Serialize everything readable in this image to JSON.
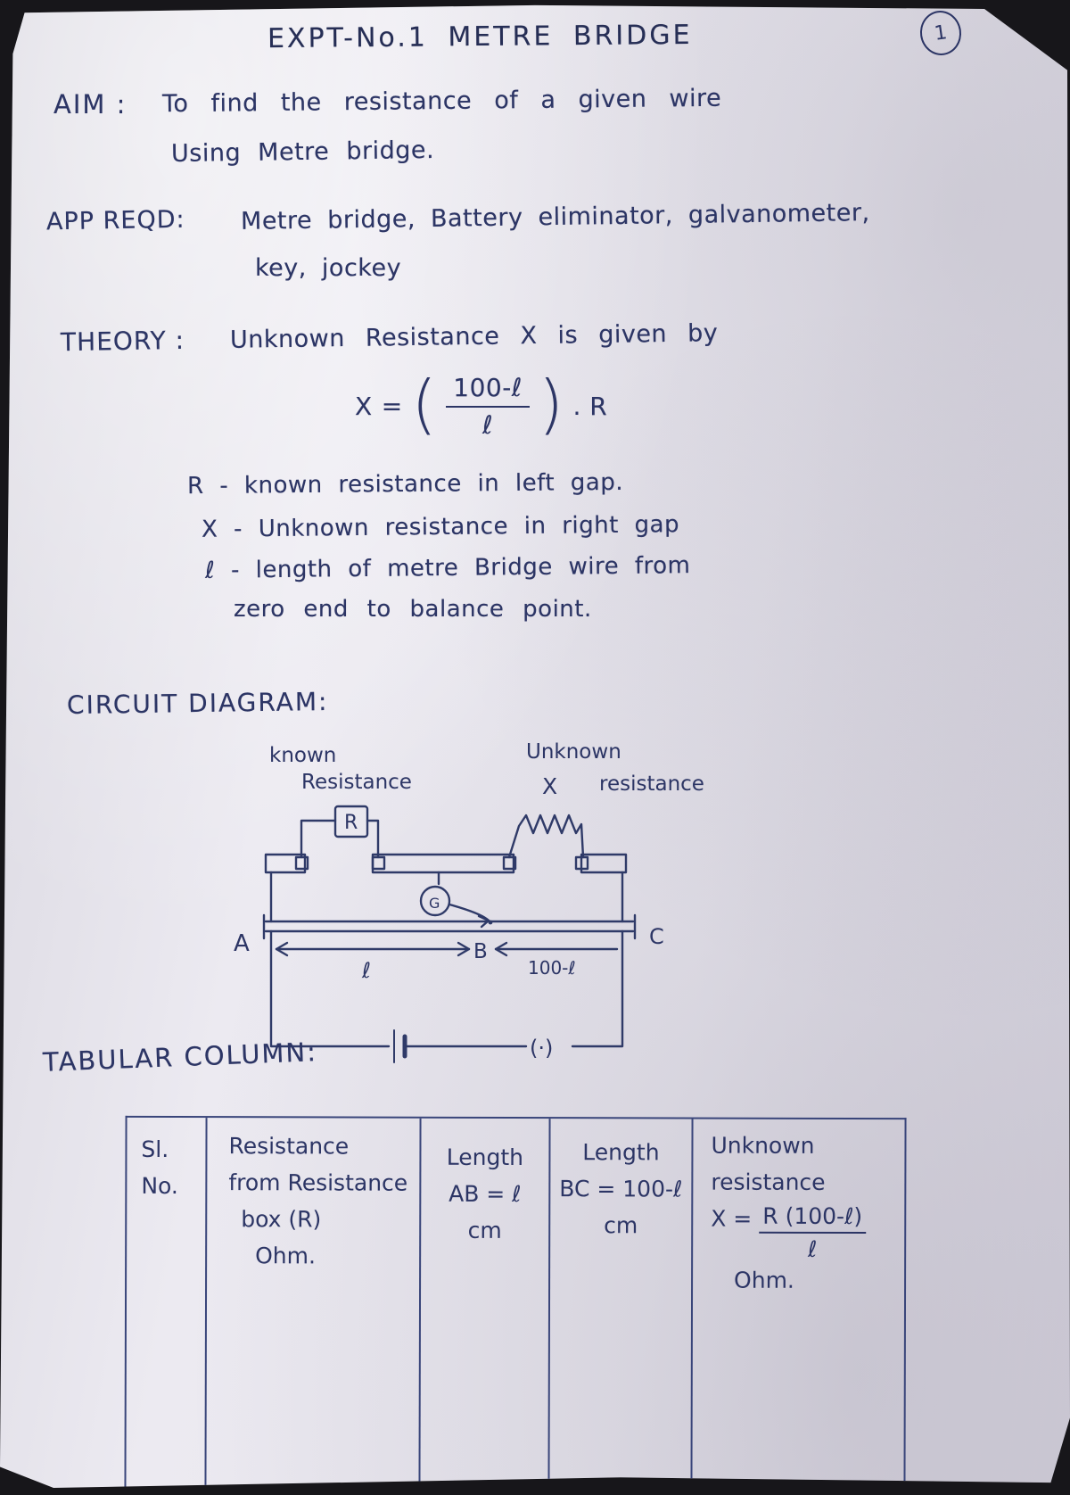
{
  "page": {
    "number": "1",
    "title": "EXPT-No.1 METRE BRIDGE"
  },
  "aim": {
    "label": "AIM :",
    "line1": "To find the resistance of a given wire",
    "line2": "Using Metre bridge."
  },
  "apparatus": {
    "label": "APP REQD:",
    "line1": "Metre bridge, Battery eliminator, galvanometer,",
    "line2": "key, jockey"
  },
  "theory": {
    "label": "THEORY :",
    "statement": "Unknown Resistance X is given by",
    "formula": {
      "lhs": "X",
      "equals": "=",
      "open_paren": "(",
      "numerator": "100-ℓ",
      "denominator": "ℓ",
      "close_paren": ")",
      "suffix": ". R"
    },
    "definitions": {
      "r": "R - known resistance in left gap.",
      "x": "X - Unknown resistance in right gap",
      "l1": "ℓ - length of metre Bridge wire from",
      "l2": "zero end to balance point."
    }
  },
  "circuit": {
    "heading": "CIRCUIT DIAGRAM:",
    "labels": {
      "known_line1": "known",
      "known_line2": "Resistance",
      "r_box": "R",
      "unknown_line1": "Unknown",
      "x_symbol": "X",
      "unknown_line2": "resistance",
      "point_a": "A",
      "point_b": "B",
      "point_c": "C",
      "length_l": "ℓ",
      "length_100l": "100-ℓ",
      "galvanometer": "G",
      "key": "(·)"
    }
  },
  "table": {
    "heading": "TABULAR COLUMN:",
    "col_sl": {
      "line1": "Sl.",
      "line2": "No."
    },
    "col_resistance": {
      "line1": "Resistance",
      "line2": "from Resistance",
      "line3": "box (R)",
      "line4": "Ohm."
    },
    "col_ab": {
      "line1": "Length",
      "line2": "AB = ℓ",
      "line3": "cm"
    },
    "col_bc": {
      "line1": "Length",
      "line2": "BC = 100-ℓ",
      "line3": "cm"
    },
    "col_x": {
      "line1": "Unknown",
      "line2": "resistance",
      "prefix": "X =",
      "num": "R (100-ℓ)",
      "den": "ℓ",
      "line4": "Ohm."
    }
  }
}
